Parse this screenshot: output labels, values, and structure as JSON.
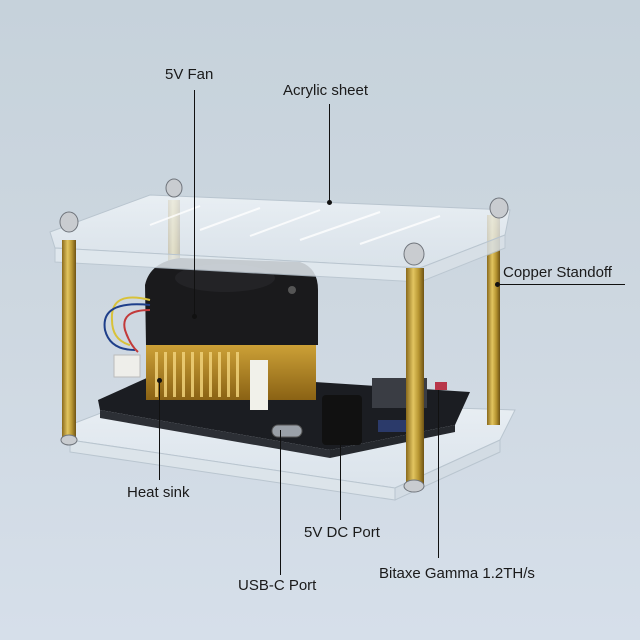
{
  "image": {
    "subject": "Bitaxe Gamma miner in acrylic case",
    "background_color": "#cdd7e0"
  },
  "annotations": [
    {
      "id": "fan",
      "label": "5V Fan"
    },
    {
      "id": "acrylic",
      "label": "Acrylic sheet"
    },
    {
      "id": "standoff",
      "label": "Copper Standoff"
    },
    {
      "id": "heatsink",
      "label": "Heat sink"
    },
    {
      "id": "dc",
      "label": "5V DC Port"
    },
    {
      "id": "usbc",
      "label": "USB-C Port"
    },
    {
      "id": "board",
      "label": "Bitaxe Gamma 1.2TH/s"
    }
  ]
}
